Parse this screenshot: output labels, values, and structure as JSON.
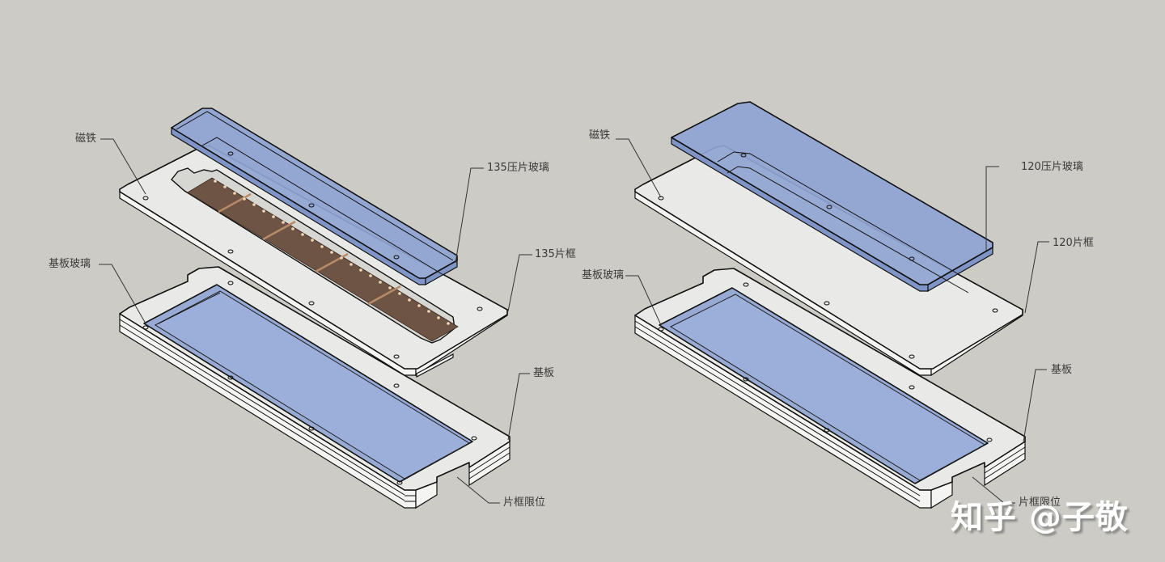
{
  "diagram": {
    "type": "exploded isometric assembly view (film scanner holder)",
    "background_color": "#cccbc6",
    "colors": {
      "glass": "#8fa4d2",
      "plate": "#e9e9e7",
      "film": "#6e5444",
      "outline": "#111111"
    }
  },
  "left_assembly": {
    "name": "135 film holder",
    "labels": {
      "magnet": "磁铁",
      "pressure_glass": "135压片玻璃",
      "frame": "135片框",
      "base_glass": "基板玻璃",
      "base": "基板",
      "frame_stop": "片框限位"
    }
  },
  "right_assembly": {
    "name": "120 film holder",
    "labels": {
      "magnet": "磁铁",
      "pressure_glass": "120压片玻璃",
      "frame": "120片框",
      "base_glass": "基板玻璃",
      "base": "基板",
      "frame_stop": "片框限位"
    }
  },
  "watermark": "知乎 @子敬"
}
